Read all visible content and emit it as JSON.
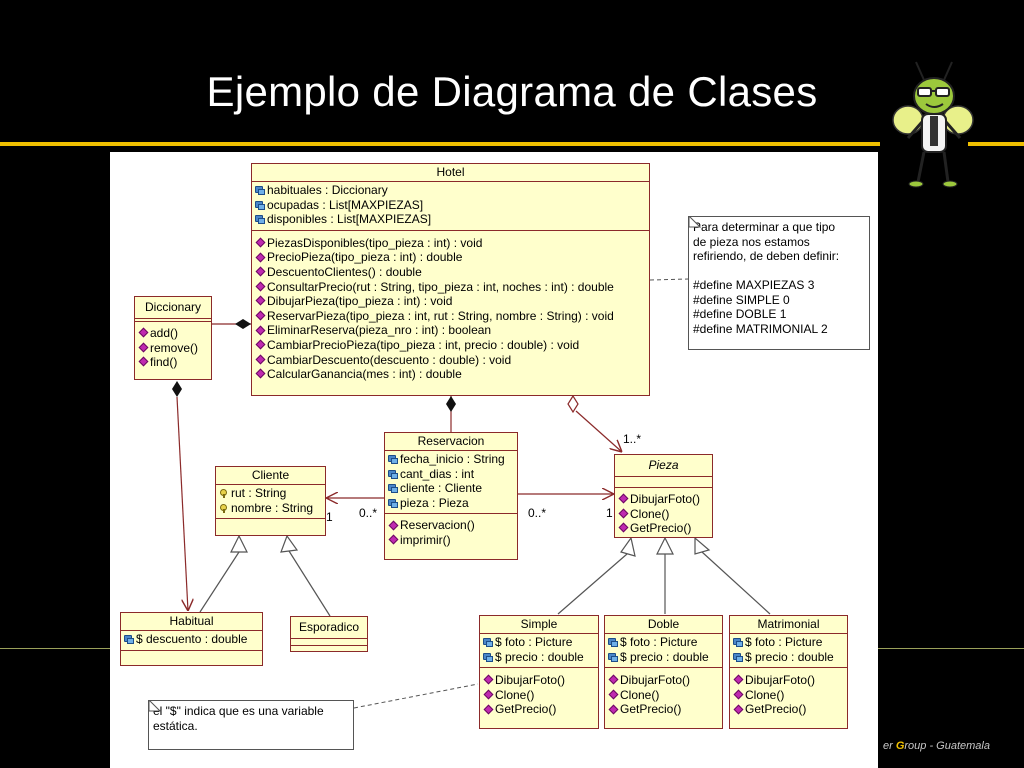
{
  "slide": {
    "title": "Ejemplo de Diagrama de Clases",
    "footer_prefix": "er ",
    "footer_g": "G",
    "footer_suffix": "roup - Guatemala",
    "mascot": "bee-mascot-with-glasses"
  },
  "diagram": {
    "hotel": {
      "name": "Hotel",
      "attributes": [
        "habituales : Diccionary",
        "ocupadas : List[MAXPIEZAS]",
        "disponibles : List[MAXPIEZAS]"
      ],
      "operations": [
        "PiezasDisponibles(tipo_pieza : int) : void",
        "PrecioPieza(tipo_pieza : int) : double",
        "DescuentoClientes() : double",
        "ConsultarPrecio(rut : String, tipo_pieza : int, noches : int) : double",
        "DibujarPieza(tipo_pieza : int) : void",
        "ReservarPieza(tipo_pieza : int, rut : String, nombre : String) : void",
        "EliminarReserva(pieza_nro : int) : boolean",
        "CambiarPrecioPieza(tipo_pieza : int, precio : double) : void",
        "CambiarDescuento(descuento : double) : void",
        "CalcularGanancia(mes : int) : double"
      ]
    },
    "diccionary": {
      "name": "Diccionary",
      "operations": [
        "add()",
        "remove()",
        "find()"
      ]
    },
    "reservacion": {
      "name": "Reservacion",
      "attributes": [
        "fecha_inicio : String",
        "cant_dias : int",
        "cliente : Cliente",
        "pieza : Pieza"
      ],
      "operations": [
        "Reservacion()",
        "imprimir()"
      ]
    },
    "cliente": {
      "name": "Cliente",
      "attributes": [
        "rut : String",
        "nombre : String"
      ]
    },
    "pieza": {
      "name": "Pieza",
      "operations": [
        "DibujarFoto()",
        "Clone()",
        "GetPrecio()"
      ]
    },
    "habitual": {
      "name": "Habitual",
      "attributes": [
        "$ descuento : double"
      ]
    },
    "esporadico": {
      "name": "Esporadico"
    },
    "simple": {
      "name": "Simple",
      "attributes": [
        "$ foto : Picture",
        "$ precio : double"
      ],
      "operations": [
        "DibujarFoto()",
        "Clone()",
        "GetPrecio()"
      ]
    },
    "doble": {
      "name": "Doble",
      "attributes": [
        "$ foto : Picture",
        "$ precio : double"
      ],
      "operations": [
        "DibujarFoto()",
        "Clone()",
        "GetPrecio()"
      ]
    },
    "matrimonial": {
      "name": "Matrimonial",
      "attributes": [
        "$ foto : Picture",
        "$ precio : double"
      ],
      "operations": [
        "DibujarFoto()",
        "Clone()",
        "GetPrecio()"
      ]
    },
    "note_define": {
      "lines": [
        "Para determinar a que tipo",
        "de pieza nos estamos",
        "refiriendo, de deben definir:",
        "",
        "#define MAXPIEZAS 3",
        "#define SIMPLE 0",
        "#define DOBLE 1",
        "#define MATRIMONIAL 2"
      ]
    },
    "note_static": {
      "lines": [
        "el \"$\" indica que es una variable",
        "estática."
      ]
    },
    "multiplicities": {
      "hotel_pieza": "1..*",
      "cliente_one": "1",
      "cliente_many": "0..*",
      "pieza_many": "0..*",
      "pieza_one": "1"
    }
  },
  "colors": {
    "background": "#000000",
    "accent_rule": "#f0c000",
    "class_fill": "#ffffcc",
    "class_border": "#8b2a2a",
    "line": "#8b2a2a"
  }
}
